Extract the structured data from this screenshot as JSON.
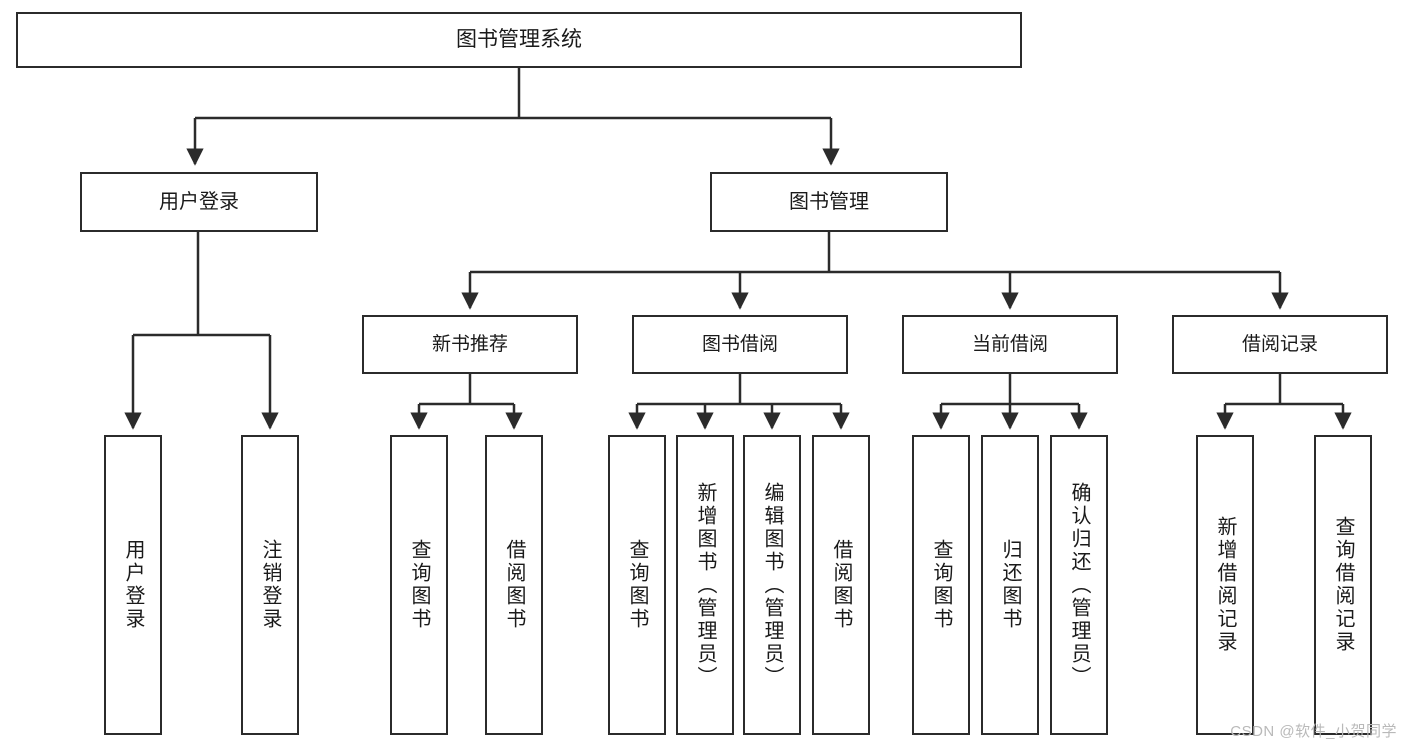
{
  "diagram": {
    "type": "tree-hierarchy-chart",
    "title": "图书管理系统",
    "line_color": "#2b2b2b",
    "box_fill": "#ffffff",
    "text_color": "#1a1a1a",
    "watermark": "CSDN @软件_小贺同学",
    "levels": {
      "root": {
        "label": "图书管理系统"
      },
      "level2": [
        {
          "label": "用户登录"
        },
        {
          "label": "图书管理"
        }
      ],
      "level3": [
        {
          "label": "新书推荐"
        },
        {
          "label": "图书借阅"
        },
        {
          "label": "当前借阅"
        },
        {
          "label": "借阅记录"
        }
      ]
    },
    "nodes": {
      "root": "图书管理系统",
      "user_login": "用户登录",
      "book_manage": "图书管理",
      "new_book_recommend": "新书推荐",
      "book_borrow": "图书借阅",
      "current_borrow": "当前借阅",
      "borrow_record": "借阅记录",
      "leaf_user_login": "用户登录",
      "leaf_logout": "注销登录",
      "leaf_query_book_a": "查询图书",
      "leaf_borrow_book_a": "借阅图书",
      "leaf_query_book_b": "查询图书",
      "leaf_add_book_admin": "新增图书（管理员）",
      "leaf_edit_book_admin": "编辑图书（管理员）",
      "leaf_borrow_book_b": "借阅图书",
      "leaf_query_book_c": "查询图书",
      "leaf_return_book": "归还图书",
      "leaf_confirm_return_admin": "确认归还（管理员）",
      "leaf_add_record": "新增借阅记录",
      "leaf_query_record": "查询借阅记录"
    },
    "branches": {
      "user_login_children": [
        "用户登录",
        "注销登录"
      ],
      "new_book_recommend_children": [
        "查询图书",
        "借阅图书"
      ],
      "book_borrow_children": [
        "查询图书",
        "新增图书（管理员）",
        "编辑图书（管理员）",
        "借阅图书"
      ],
      "current_borrow_children": [
        "查询图书",
        "归还图书",
        "确认归还（管理员）"
      ],
      "borrow_record_children": [
        "新增借阅记录",
        "查询借阅记录"
      ]
    }
  }
}
